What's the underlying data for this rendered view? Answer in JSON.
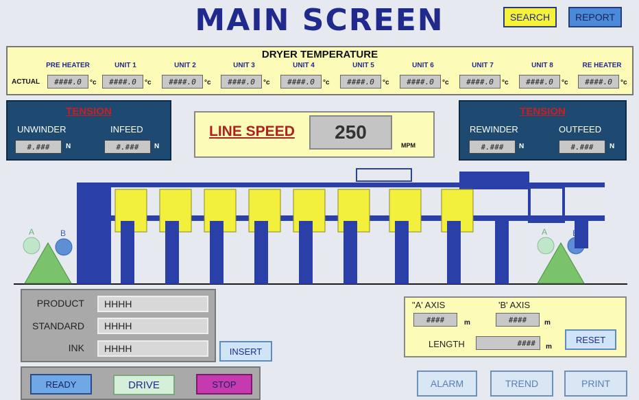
{
  "header": {
    "title": "MAIN SCREEN",
    "search_label": "SEARCH",
    "report_label": "REPORT"
  },
  "dryer": {
    "title": "DRYER TEMPERATURE",
    "row_label": "ACTUAL",
    "temp_unit": "°c",
    "units": [
      {
        "label": "PRE HEATER",
        "value": "####.0"
      },
      {
        "label": "UNIT 1",
        "value": "####.0"
      },
      {
        "label": "UNIT 2",
        "value": "####.0"
      },
      {
        "label": "UNIT 3",
        "value": "####.0"
      },
      {
        "label": "UNIT 4",
        "value": "####.0"
      },
      {
        "label": "UNIT 5",
        "value": "####.0"
      },
      {
        "label": "UNIT 6",
        "value": "####.0"
      },
      {
        "label": "UNIT 7",
        "value": "####.0"
      },
      {
        "label": "UNIT 8",
        "value": "####.0"
      },
      {
        "label": "RE HEATER",
        "value": "####.0"
      }
    ]
  },
  "tension_left": {
    "title": "TENSION",
    "unwinder_label": "UNWINDER",
    "unwinder_value": "#.###",
    "infeed_label": "INFEED",
    "infeed_value": "#.###",
    "unit": "N"
  },
  "tension_right": {
    "title": "TENSION",
    "rewinder_label": "REWINDER",
    "rewinder_value": "#.###",
    "outfeed_label": "OUTFEED",
    "outfeed_value": "#.###",
    "unit": "N"
  },
  "line_speed": {
    "label": "LINE SPEED",
    "value": "250",
    "unit": "MPM"
  },
  "machine": {
    "left_a": "A",
    "left_b": "B",
    "right_a": "A",
    "right_b": "B",
    "colors": {
      "frame": "#2a3fa8",
      "unit": "#f2f03c",
      "roll_a": "#bfe6c8",
      "roll_b": "#5e8fd6",
      "stand": "#7ac36a"
    }
  },
  "product": {
    "product_label": "PRODUCT",
    "product_value": "HHHH",
    "standard_label": "STANDARD",
    "standard_value": "HHHH",
    "ink_label": "INK",
    "ink_value": "HHHH",
    "insert_label": "INSERT"
  },
  "axis": {
    "a_label": "\"A' AXIS",
    "a_value": "####",
    "b_label": "'B' AXIS",
    "b_value": "####",
    "length_label": "LENGTH",
    "length_value": "####",
    "unit": "m",
    "reset_label": "RESET"
  },
  "controls": {
    "ready_label": "READY",
    "drive_label": "DRIVE",
    "stop_label": "STOP",
    "alarm_label": "ALARM",
    "trend_label": "TREND",
    "print_label": "PRINT"
  }
}
